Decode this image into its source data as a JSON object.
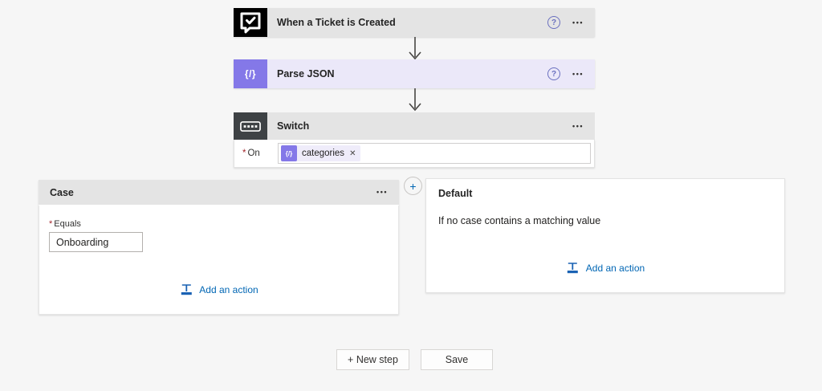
{
  "icons": {
    "more_options": "•••",
    "help": "?",
    "plus": "+",
    "remove": "✕",
    "json_glyph": "{/}"
  },
  "trigger_card": {
    "title": "When a Ticket is Created"
  },
  "parse_json_card": {
    "title": "Parse JSON"
  },
  "switch_card": {
    "title": "Switch",
    "on_field": {
      "required_mark": "*",
      "label": "On",
      "token": "categories"
    }
  },
  "case_card": {
    "title": "Case",
    "equals_field": {
      "required_mark": "*",
      "label": "Equals",
      "value": "Onboarding"
    },
    "add_action_label": "Add an action"
  },
  "default_card": {
    "title": "Default",
    "description": "If no case contains a matching value",
    "add_action_label": "Add an action"
  },
  "footer": {
    "new_step_label": "+ New step",
    "save_label": "Save"
  },
  "colors": {
    "accent_purple": "#8478e8",
    "link_blue": "#0066b4",
    "header_gray": "#e4e4e4",
    "parse_lavender": "#ebe8f9",
    "required_red": "#a4262c",
    "canvas_bg": "#f6f6f6"
  }
}
